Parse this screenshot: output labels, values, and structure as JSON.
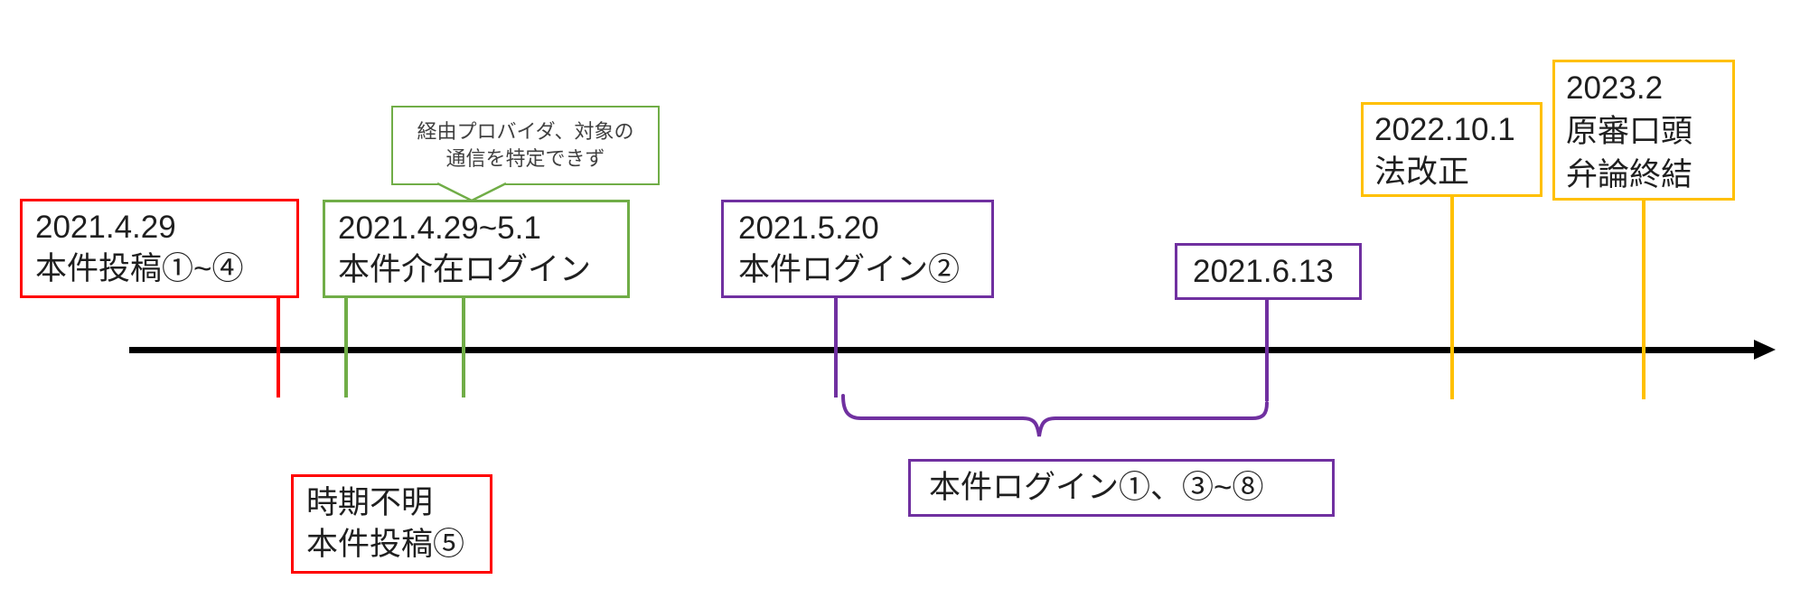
{
  "title": "timeline-of-case-events",
  "colors": {
    "red": "#ff0000",
    "green": "#70ad47",
    "purple": "#7030a0",
    "gold": "#ffc000",
    "axis": "#000000"
  },
  "events": {
    "post14": {
      "date": "2021.4.29",
      "label": "本件投稿①~④"
    },
    "kaizai": {
      "date": "2021.4.29~5.1",
      "label": "本件介在ログイン"
    },
    "login2": {
      "date": "2021.5.20",
      "label": "本件ログイン②"
    },
    "date613": {
      "date": "2021.6.13"
    },
    "law": {
      "date": "2022.10.1",
      "label": "法改正"
    },
    "hearing": {
      "date": "2023.2",
      "label1": "原審口頭",
      "label2": "弁論終結"
    },
    "post5": {
      "date": "時期不明",
      "label": "本件投稿⑤"
    },
    "login138": {
      "label": "本件ログイン①、③~⑧"
    }
  },
  "callout": {
    "line1": "経由プロバイダ、対象の",
    "line2": "通信を特定できず"
  }
}
